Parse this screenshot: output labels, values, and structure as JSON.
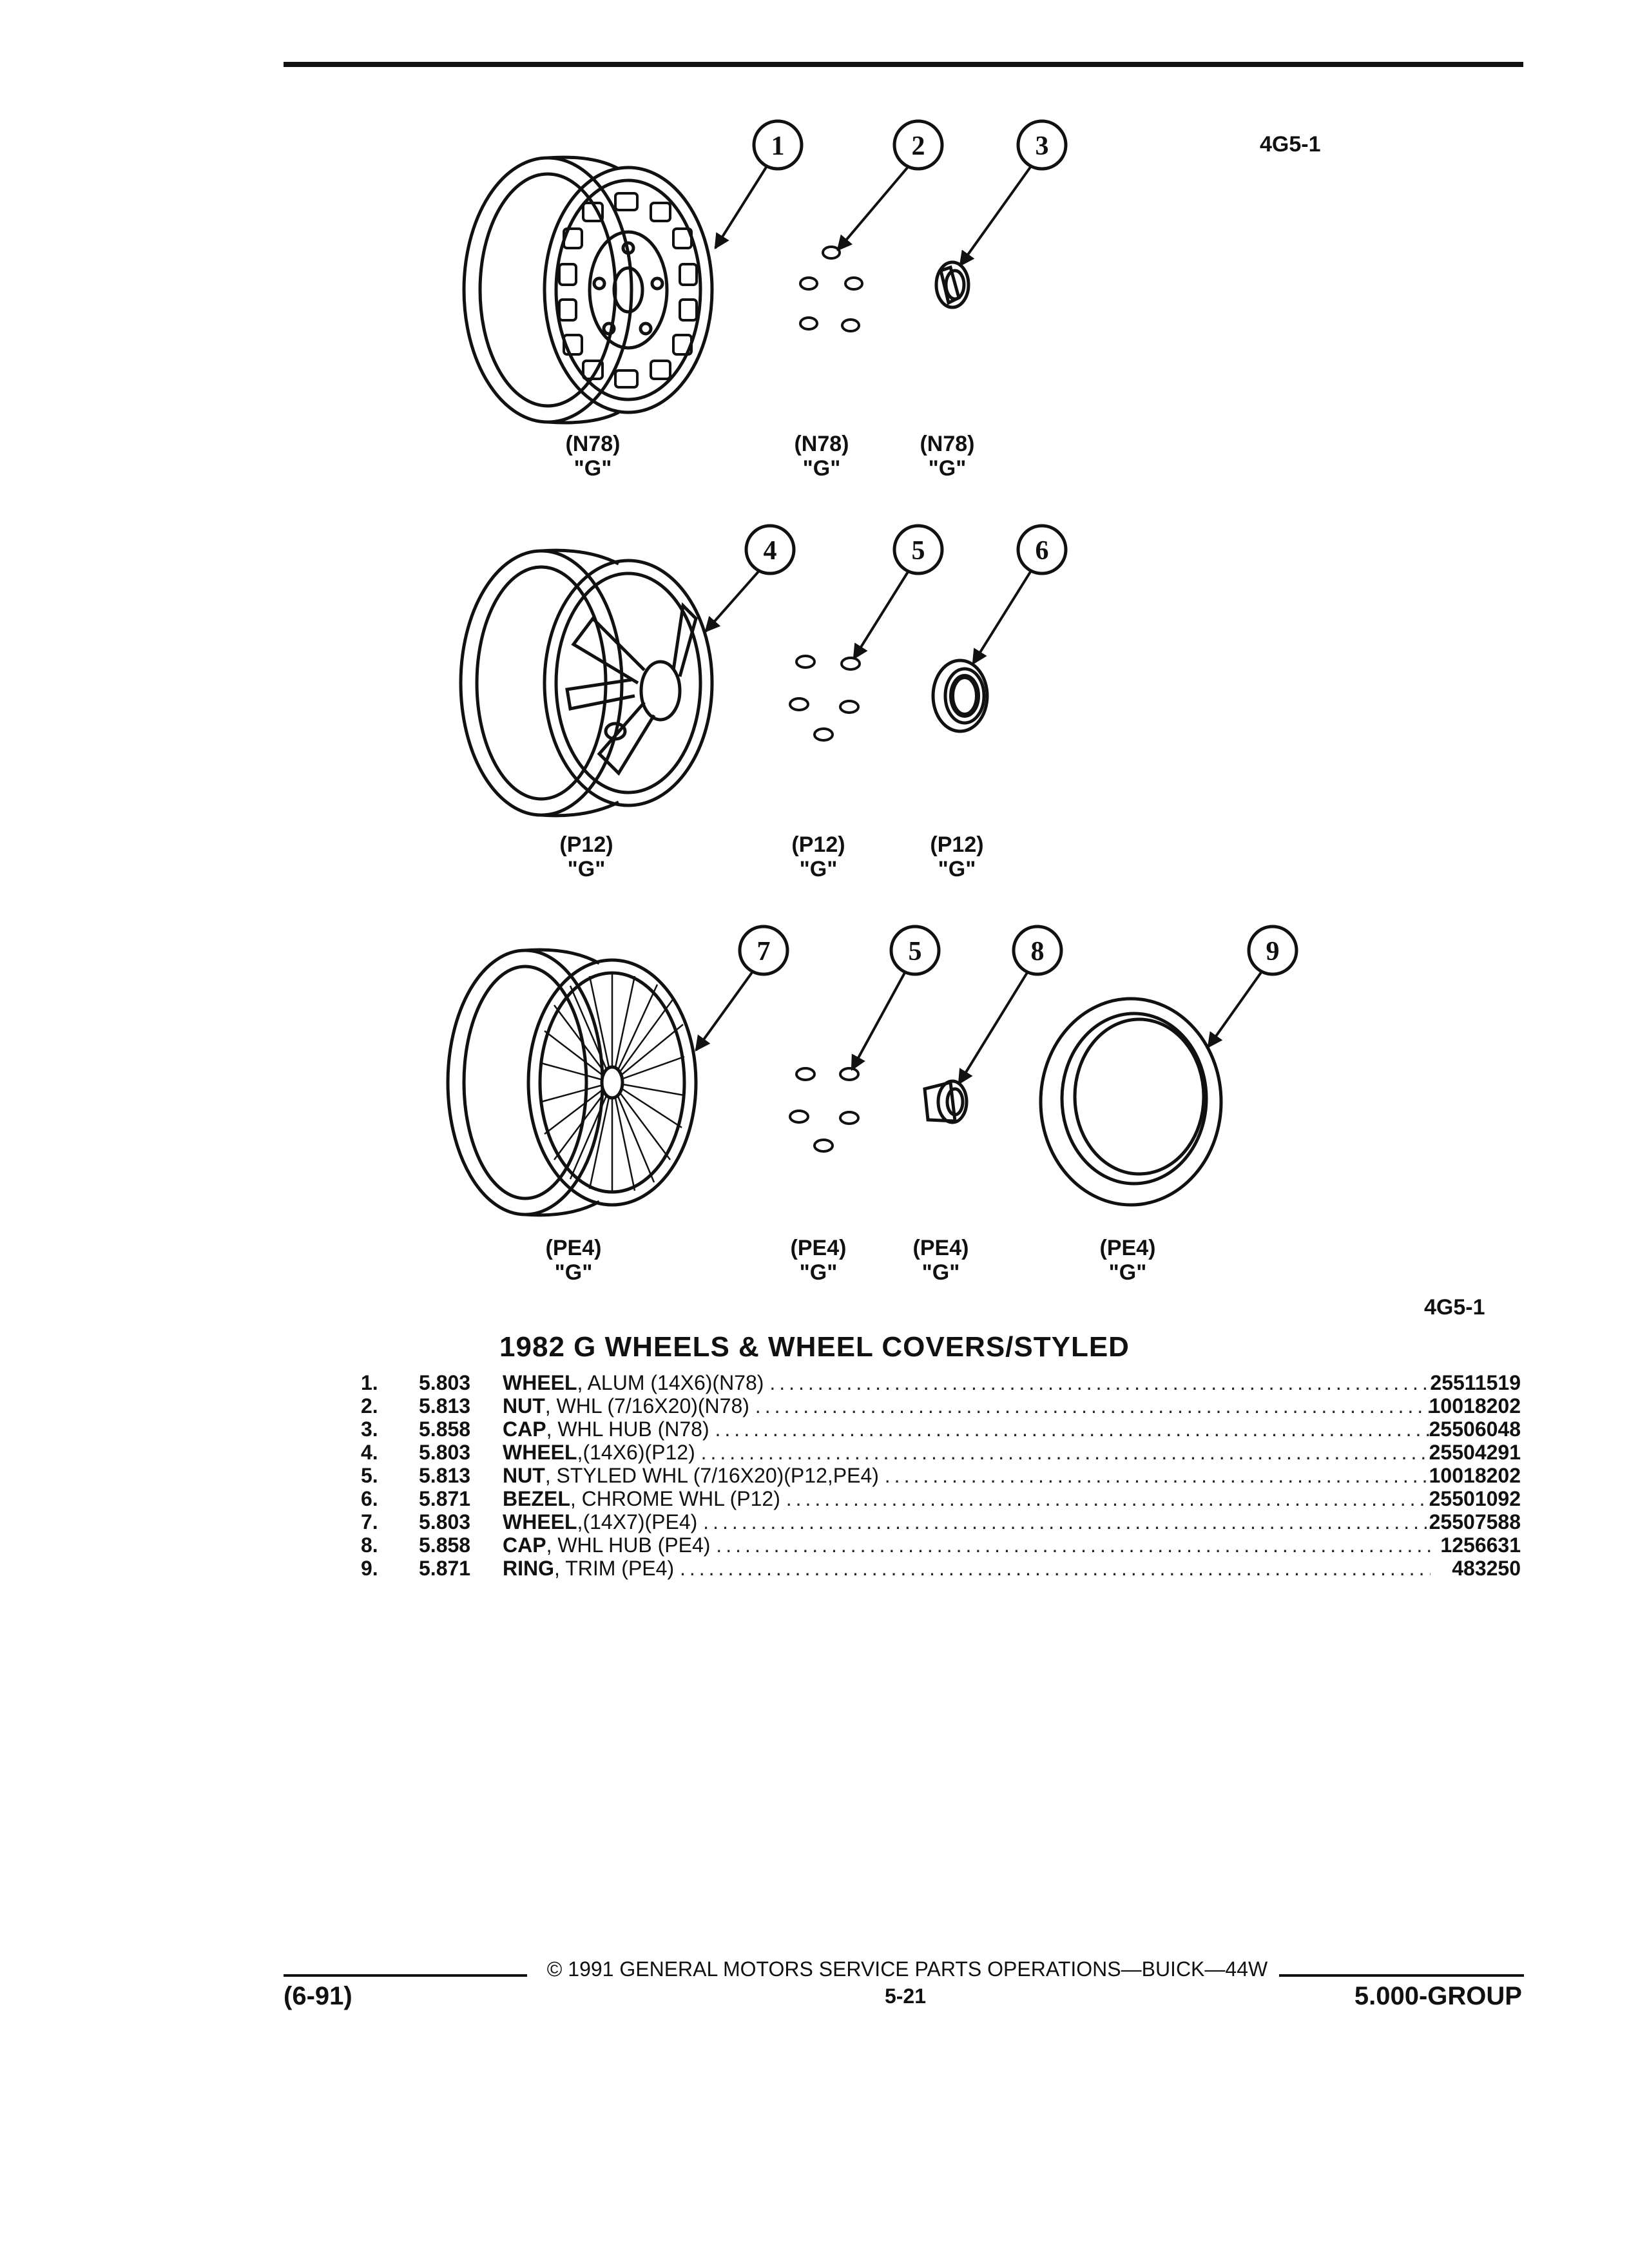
{
  "page": {
    "figure_ref_top": "4G5-1",
    "figure_ref_bottom": "4G5-1"
  },
  "callouts": [
    "1",
    "2",
    "3",
    "4",
    "5",
    "6",
    "7",
    "5",
    "8",
    "9"
  ],
  "codes": {
    "row1": [
      {
        "option": "(N78)",
        "series": "\"G\""
      },
      {
        "option": "(N78)",
        "series": "\"G\""
      },
      {
        "option": "(N78)",
        "series": "\"G\""
      }
    ],
    "row2": [
      {
        "option": "(P12)",
        "series": "\"G\""
      },
      {
        "option": "(P12)",
        "series": "\"G\""
      },
      {
        "option": "(P12)",
        "series": "\"G\""
      }
    ],
    "row3": [
      {
        "option": "(PE4)",
        "series": "\"G\""
      },
      {
        "option": "(PE4)",
        "series": "\"G\""
      },
      {
        "option": "(PE4)",
        "series": "\"G\""
      },
      {
        "option": "(PE4)",
        "series": "\"G\""
      }
    ]
  },
  "section_title": "1982 G WHEELS & WHEEL COVERS/STYLED",
  "parts": [
    {
      "num": "1.",
      "group": "5.803",
      "name": "WHEEL",
      "desc": ", ALUM (14X6)(N78)",
      "part": "25511519"
    },
    {
      "num": "2.",
      "group": "5.813",
      "name": "NUT",
      "desc": ", WHL (7/16X20)(N78)",
      "part": "10018202"
    },
    {
      "num": "3.",
      "group": "5.858",
      "name": "CAP",
      "desc": ", WHL HUB (N78)",
      "part": "25506048"
    },
    {
      "num": "4.",
      "group": "5.803",
      "name": "WHEEL",
      "desc": ",(14X6)(P12)",
      "part": "25504291"
    },
    {
      "num": "5.",
      "group": "5.813",
      "name": "NUT",
      "desc": ", STYLED WHL (7/16X20)(P12,PE4)",
      "part": "10018202"
    },
    {
      "num": "6.",
      "group": "5.871",
      "name": "BEZEL",
      "desc": ", CHROME WHL (P12)",
      "part": "25501092"
    },
    {
      "num": "7.",
      "group": "5.803",
      "name": "WHEEL",
      "desc": ",(14X7)(PE4)",
      "part": "25507588"
    },
    {
      "num": "8.",
      "group": "5.858",
      "name": "CAP",
      "desc": ", WHL HUB (PE4)",
      "part": "1256631"
    },
    {
      "num": "9.",
      "group": "5.871",
      "name": "RING",
      "desc": ", TRIM (PE4)",
      "part": "483250"
    }
  ],
  "footer": {
    "copyright": "© 1991 GENERAL MOTORS SERVICE PARTS OPERATIONS—BUICK—44W",
    "date_code": "(6-91)",
    "page_number": "5-21",
    "group": "5.000-GROUP"
  }
}
